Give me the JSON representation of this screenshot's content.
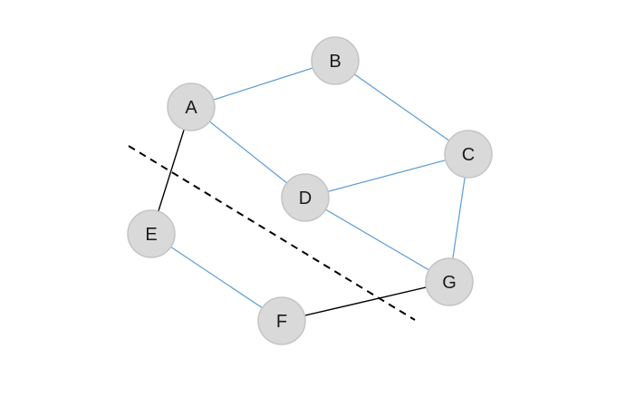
{
  "graph": {
    "nodes": [
      {
        "id": "A",
        "label": "A"
      },
      {
        "id": "B",
        "label": "B"
      },
      {
        "id": "C",
        "label": "C"
      },
      {
        "id": "D",
        "label": "D"
      },
      {
        "id": "E",
        "label": "E"
      },
      {
        "id": "F",
        "label": "F"
      },
      {
        "id": "G",
        "label": "G"
      }
    ],
    "edges": [
      {
        "from": "A",
        "to": "B",
        "cut": false
      },
      {
        "from": "B",
        "to": "C",
        "cut": false
      },
      {
        "from": "A",
        "to": "D",
        "cut": false
      },
      {
        "from": "D",
        "to": "C",
        "cut": false
      },
      {
        "from": "D",
        "to": "G",
        "cut": false
      },
      {
        "from": "C",
        "to": "G",
        "cut": false
      },
      {
        "from": "E",
        "to": "F",
        "cut": false
      },
      {
        "from": "A",
        "to": "E",
        "cut": true
      },
      {
        "from": "F",
        "to": "G",
        "cut": true
      }
    ],
    "colors": {
      "edge": "#5b9bd5",
      "cut_edge": "#000000",
      "cut_line": "#000000",
      "node_fill": "#d9d9d9"
    }
  }
}
